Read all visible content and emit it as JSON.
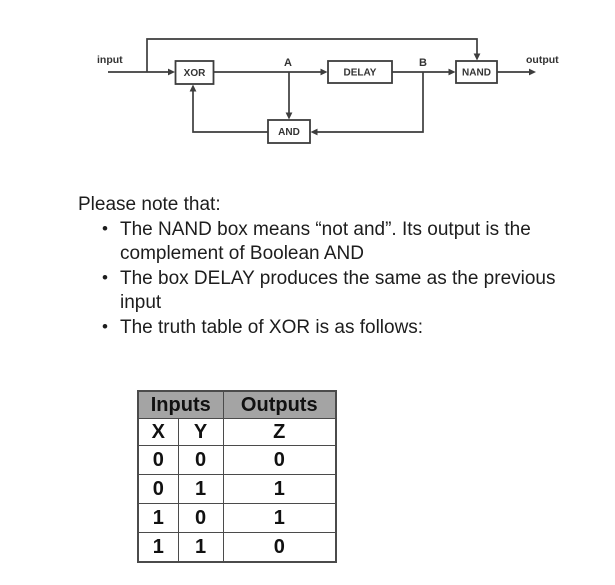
{
  "diagram": {
    "input_label": "input",
    "output_label": "output",
    "point_a": "A",
    "point_b": "B",
    "xor_label": "XOR",
    "delay_label": "DELAY",
    "nand_label": "NAND",
    "and_label": "AND",
    "wire_color": "#3d3d3d"
  },
  "notes": {
    "bullet_char": "•",
    "intro": "Please note that:",
    "bullets": [
      {
        "lines": [
          "The NAND box means “not and”. Its output is the",
          "complement of Boolean AND"
        ]
      },
      {
        "lines": [
          "The box DELAY produces the same as the previous",
          "input"
        ]
      },
      {
        "lines": [
          "The truth table of XOR is as follows:"
        ]
      }
    ]
  },
  "table": {
    "header": [
      "Inputs",
      "Outputs"
    ],
    "subheader": [
      "X",
      "Y",
      "Z"
    ],
    "rows": [
      [
        "0",
        "0",
        "0"
      ],
      [
        "0",
        "1",
        "1"
      ],
      [
        "1",
        "0",
        "1"
      ],
      [
        "1",
        "1",
        "0"
      ]
    ],
    "header_bg": "#a4a4a4"
  }
}
